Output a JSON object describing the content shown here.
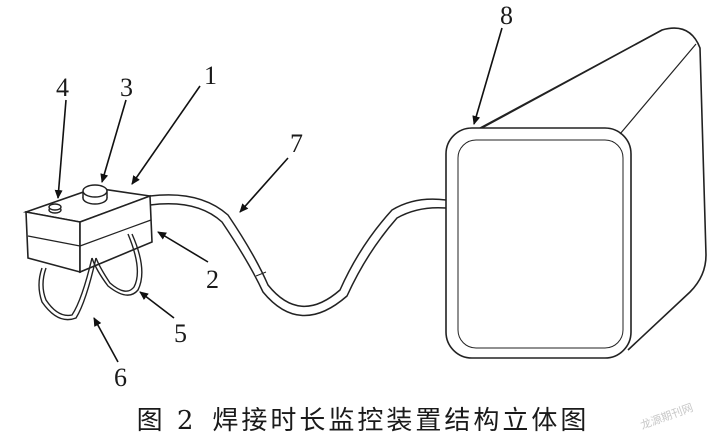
{
  "figure": {
    "callouts": [
      "1",
      "2",
      "3",
      "4",
      "5",
      "6",
      "7",
      "8"
    ],
    "caption_number": "图 2",
    "caption_title": "焊接时长监控装置结构立体图",
    "watermark": "龙源期刊网"
  }
}
